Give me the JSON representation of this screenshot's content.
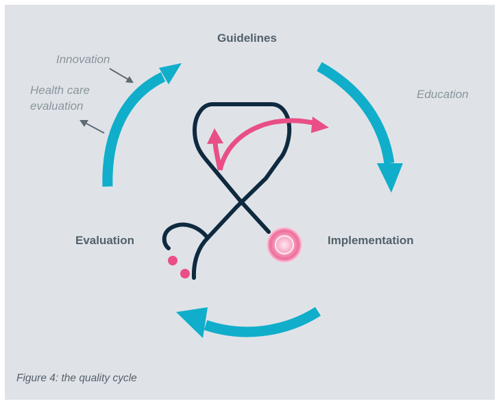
{
  "stages": {
    "guidelines": "Guidelines",
    "implementation": "Implementation",
    "evaluation": "Evaluation"
  },
  "side_notes": {
    "innovation": "Innovation",
    "health_care_evaluation_line1": "Health care",
    "health_care_evaluation_line2": "evaluation",
    "education": "Education"
  },
  "caption": "Figure 4: the quality cycle",
  "icons": [
    "stethoscope-icon",
    "cycle-arrow-icon"
  ],
  "colors": {
    "background": "#dfe3e8",
    "cycle_arrow": "#10aeca",
    "stethoscope": "#0f2a3f",
    "accent_pink": "#e94f86",
    "label_text": "#52606b",
    "note_text": "#8a949c",
    "note_arrow": "#5e6a72"
  }
}
